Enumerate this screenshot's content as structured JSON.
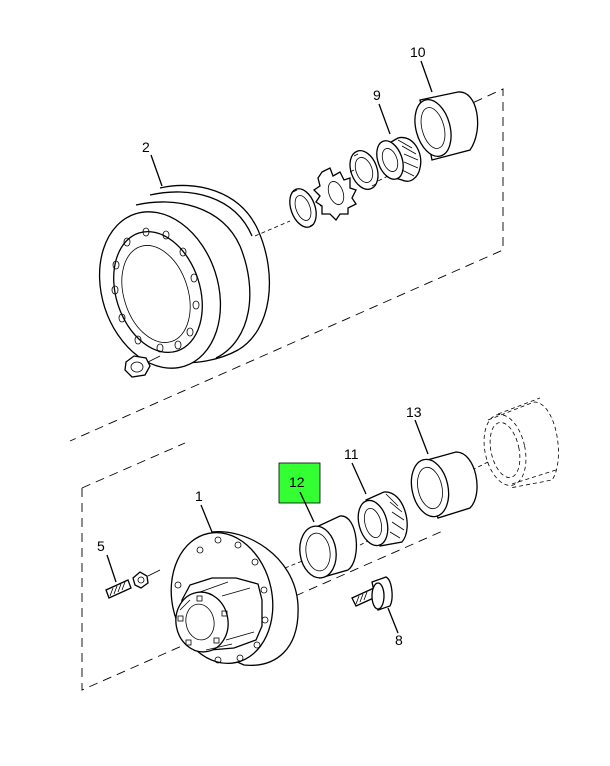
{
  "diagram": {
    "callouts": [
      {
        "id": "c1",
        "label": "1"
      },
      {
        "id": "c2",
        "label": "2"
      },
      {
        "id": "c5",
        "label": "5"
      },
      {
        "id": "c8",
        "label": "8"
      },
      {
        "id": "c9",
        "label": "9"
      },
      {
        "id": "c10",
        "label": "10"
      },
      {
        "id": "c11",
        "label": "11"
      },
      {
        "id": "c12",
        "label": "12"
      },
      {
        "id": "c13",
        "label": "13"
      }
    ],
    "highlight": {
      "callout": "12",
      "color": "#33ff33"
    }
  }
}
